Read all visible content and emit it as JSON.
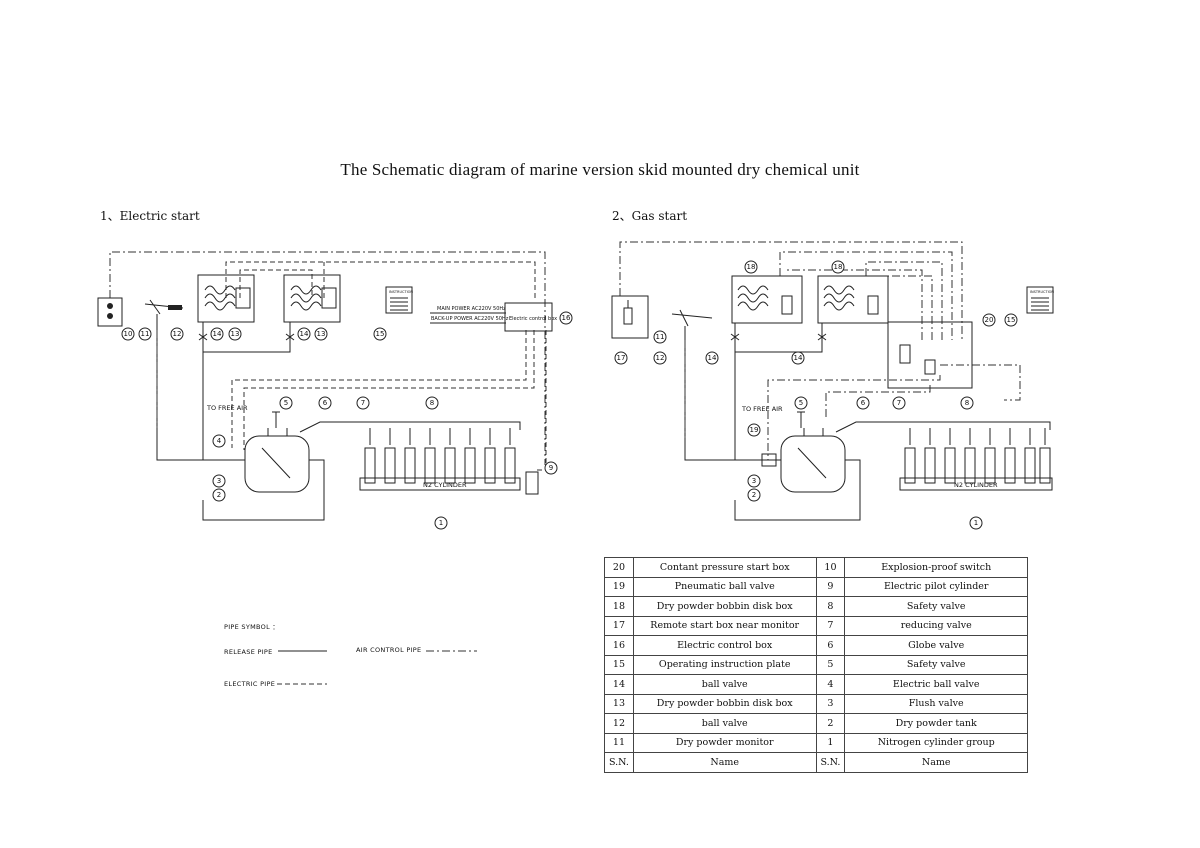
{
  "title": "The Schematic diagram of marine version skid mounted dry chemical unit",
  "sections": {
    "electric": "1、Electric start",
    "gas": "2、Gas start"
  },
  "labels": {
    "to_free_air": "TO FREE AIR",
    "n2_cylinder": "N2 CYLINDER",
    "main_power": "MAIN POWER AC220V 50Hz",
    "backup_power": "BACK-UP POWER AC220V 50Hz",
    "electric_control_box": "Electric control box",
    "instruction": "INSTRUCTION"
  },
  "legend": {
    "pipe_symbol": "PIPE SYMBOL ：",
    "release_pipe": "RELEASE PIPE",
    "air_control_pipe": "AIR CONTROL PIPE",
    "electric_pipe": "ELECTRIC PIPE"
  },
  "table": {
    "rows": [
      {
        "sn1": "20",
        "name1": "Contant pressure start box",
        "sn2": "10",
        "name2": "Explosion-proof switch"
      },
      {
        "sn1": "19",
        "name1": "Pneumatic ball valve",
        "sn2": "9",
        "name2": "Electric pilot cylinder"
      },
      {
        "sn1": "18",
        "name1": "Dry powder bobbin disk box",
        "sn2": "8",
        "name2": "Safety valve"
      },
      {
        "sn1": "17",
        "name1": "Remote start box near monitor",
        "sn2": "7",
        "name2": "reducing valve"
      },
      {
        "sn1": "16",
        "name1": "Electric control box",
        "sn2": "6",
        "name2": "Globe valve"
      },
      {
        "sn1": "15",
        "name1": "Operating instruction plate",
        "sn2": "5",
        "name2": "Safety valve"
      },
      {
        "sn1": "14",
        "name1": "ball valve",
        "sn2": "4",
        "name2": "Electric ball valve"
      },
      {
        "sn1": "13",
        "name1": "Dry powder bobbin disk box",
        "sn2": "3",
        "name2": "Flush valve"
      },
      {
        "sn1": "12",
        "name1": "ball valve",
        "sn2": "2",
        "name2": "Dry powder tank"
      },
      {
        "sn1": "11",
        "name1": "Dry powder monitor",
        "sn2": "1",
        "name2": "Nitrogen cylinder group"
      }
    ],
    "header": {
      "sn1": "S.N.",
      "name1": "Name",
      "sn2": "S.N.",
      "name2": "Name"
    }
  },
  "diagram1_numbers": [
    "10",
    "11",
    "12",
    "14",
    "13",
    "14",
    "13",
    "15",
    "16",
    "5",
    "6",
    "7",
    "8",
    "4",
    "3",
    "2",
    "1",
    "9"
  ],
  "diagram2_numbers": [
    "18",
    "18",
    "17",
    "11",
    "12",
    "14",
    "14",
    "20",
    "15",
    "5",
    "6",
    "7",
    "8",
    "19",
    "3",
    "2",
    "1"
  ]
}
